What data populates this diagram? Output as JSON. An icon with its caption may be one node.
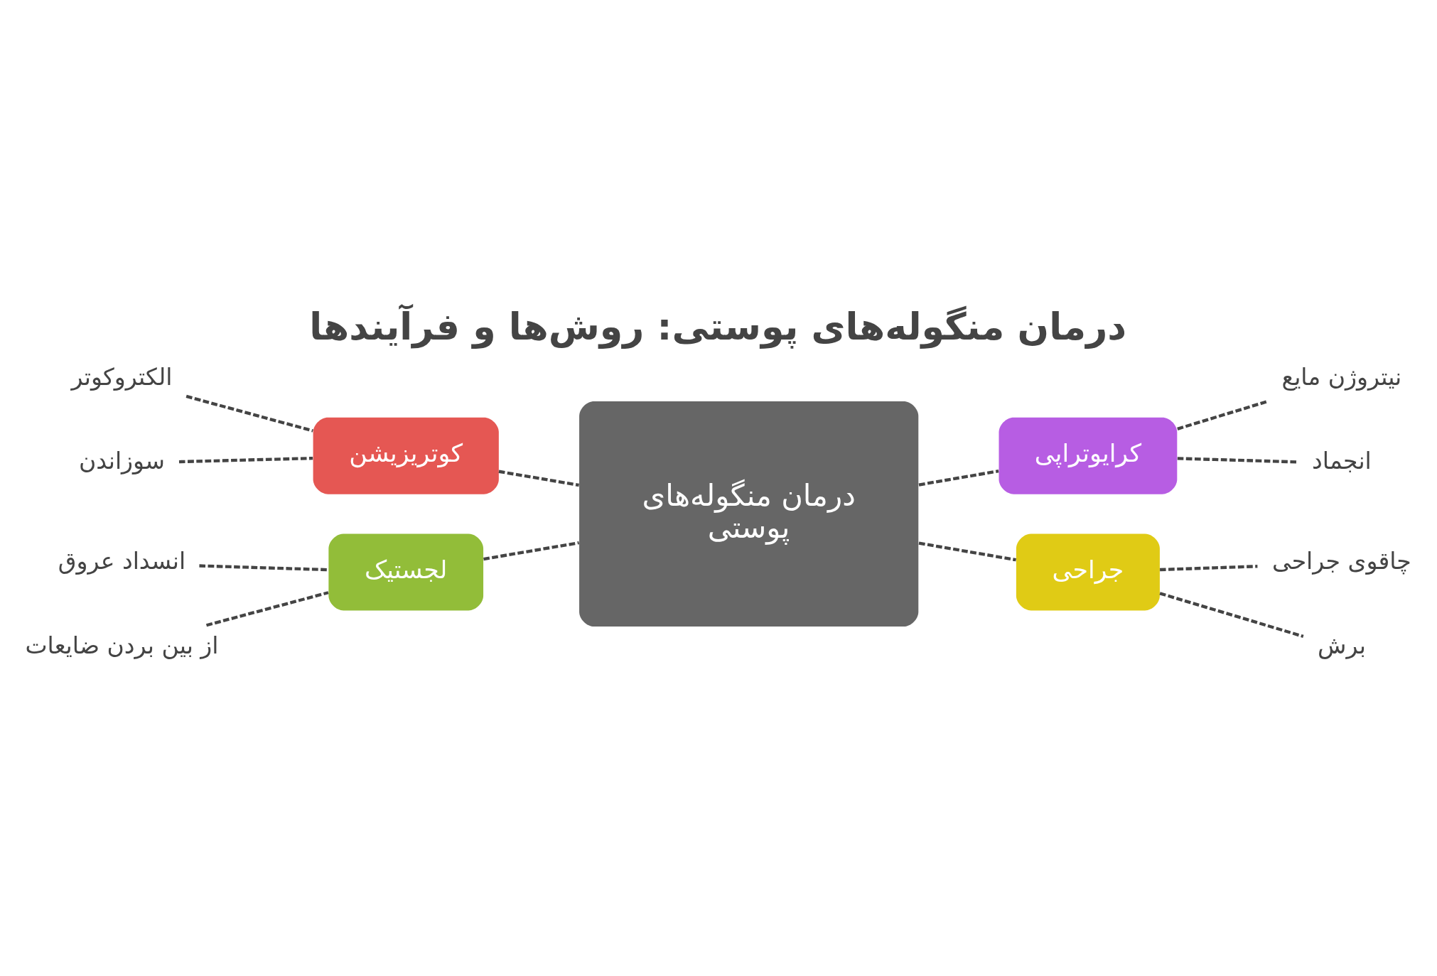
{
  "diagram": {
    "title": "درمان منگوله‌های پوستی: روش‌ها و فرآیندها",
    "nodes": [
      {
        "text": [
          "درمان منگوله‌های پوستی"
        ]
      },
      {
        "text": [
          "کوتریزیشن"
        ]
      },
      {
        "text": [
          "الکتروکوتر"
        ]
      },
      {
        "text": [
          "سوزاندن"
        ]
      },
      {
        "text": [
          "کرایوتراپی"
        ]
      },
      {
        "text": [
          "نیتروژن مایع"
        ]
      },
      {
        "text": [
          "انجماد"
        ]
      },
      {
        "text": [
          "لجستیک"
        ]
      },
      {
        "text": [
          "انسداد عروق"
        ]
      },
      {
        "text": [
          "از بین بردن ضایعات"
        ]
      },
      {
        "text": [
          "جراحی"
        ]
      },
      {
        "text": [
          "چاقوی جراحی"
        ]
      },
      {
        "text": [
          "برش"
        ]
      }
    ],
    "edges": [
      {
        "from": 0,
        "to": 1,
        "arrow": "none",
        "style": "dashed"
      },
      {
        "from": 1,
        "to": 2,
        "arrow": "none",
        "style": "dashed"
      },
      {
        "from": 1,
        "to": 3,
        "arrow": "none",
        "style": "dashed"
      },
      {
        "from": 0,
        "to": 4,
        "arrow": "none",
        "style": "dashed"
      },
      {
        "from": 4,
        "to": 5,
        "arrow": "none",
        "style": "dashed"
      },
      {
        "from": 4,
        "to": 6,
        "arrow": "none",
        "style": "dashed"
      },
      {
        "from": 0,
        "to": 7,
        "arrow": "none",
        "style": "dashed"
      },
      {
        "from": 7,
        "to": 8,
        "arrow": "none",
        "style": "dashed"
      },
      {
        "from": 7,
        "to": 9,
        "arrow": "none",
        "style": "dashed"
      },
      {
        "from": 0,
        "to": 10,
        "arrow": "none",
        "style": "dashed"
      },
      {
        "from": 10,
        "to": 11,
        "arrow": "none",
        "style": "dashed"
      },
      {
        "from": 10,
        "to": 12,
        "arrow": "none",
        "style": "dashed"
      }
    ]
  }
}
